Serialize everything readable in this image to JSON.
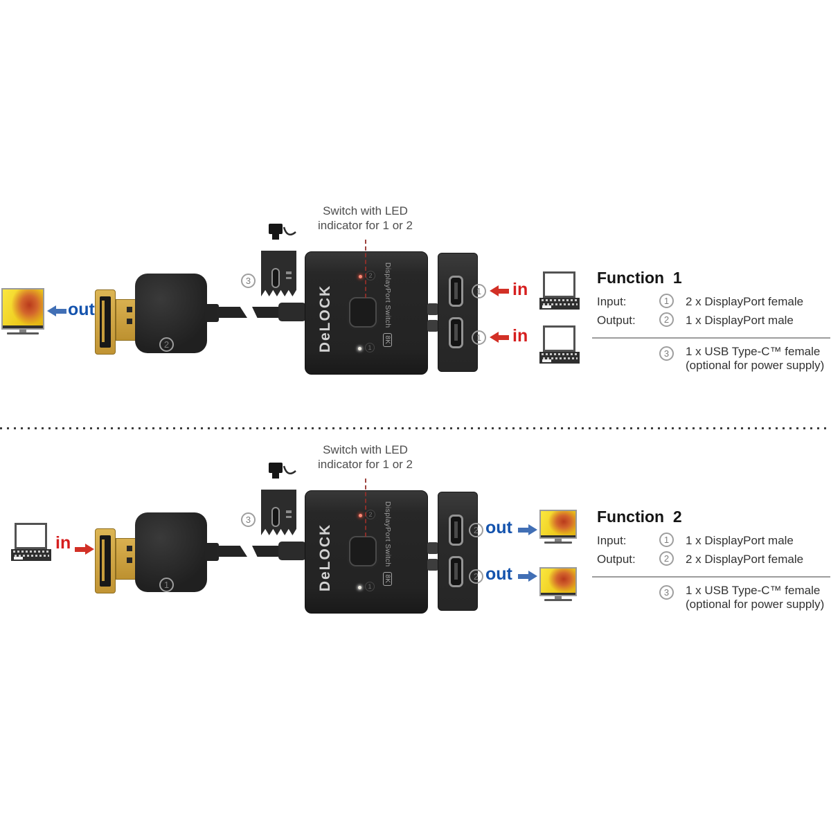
{
  "colors": {
    "in_red": "#d61f1f",
    "out_blue": "#1453ad",
    "arrow_red": "#d23026",
    "arrow_blue": "#416fb5",
    "device_body": "#272727",
    "connector_gold": "#c79d3c",
    "led_pointer_red": "#94302a"
  },
  "sections": [
    {
      "switch_label": {
        "line1": "Switch with LED",
        "line2": "indicator for 1 or 2"
      },
      "device": {
        "brand": "DeLOCK",
        "side_label": "DisplayPort Switch",
        "badge": "8K",
        "led_top_num": "2",
        "led_bottom_num": "1"
      },
      "usb_module_num": "3",
      "source": {
        "icon": "monitor",
        "label": "out",
        "direction": "left",
        "connector_num": "2"
      },
      "ports": [
        {
          "num": "1",
          "label": "in",
          "direction": "left",
          "target_icon": "laptop"
        },
        {
          "num": "1",
          "label": "in",
          "direction": "left",
          "target_icon": "laptop"
        }
      ],
      "info": {
        "title": "Function  1",
        "rows": [
          {
            "label": "Input:",
            "num": "1",
            "text": "2 x DisplayPort female"
          },
          {
            "label": "Output:",
            "num": "2",
            "text": "1 x DisplayPort male"
          }
        ],
        "note": {
          "num": "3",
          "line1": "1 x USB Type-C™ female",
          "line2": "(optional for power supply)"
        }
      }
    },
    {
      "switch_label": {
        "line1": "Switch with LED",
        "line2": "indicator for 1 or 2"
      },
      "device": {
        "brand": "DeLOCK",
        "side_label": "DisplayPort Switch",
        "badge": "8K",
        "led_top_num": "2",
        "led_bottom_num": "1"
      },
      "usb_module_num": "3",
      "source": {
        "icon": "laptop",
        "label": "in",
        "direction": "right",
        "connector_num": "1"
      },
      "ports": [
        {
          "num": "2",
          "label": "out",
          "direction": "right",
          "target_icon": "monitor"
        },
        {
          "num": "2",
          "label": "out",
          "direction": "right",
          "target_icon": "monitor"
        }
      ],
      "info": {
        "title": "Function  2",
        "rows": [
          {
            "label": "Input:",
            "num": "1",
            "text": "1 x DisplayPort male"
          },
          {
            "label": "Output:",
            "num": "2",
            "text": "2 x DisplayPort female"
          }
        ],
        "note": {
          "num": "3",
          "line1": "1 x USB Type-C™ female",
          "line2": "(optional for power supply)"
        }
      }
    }
  ]
}
